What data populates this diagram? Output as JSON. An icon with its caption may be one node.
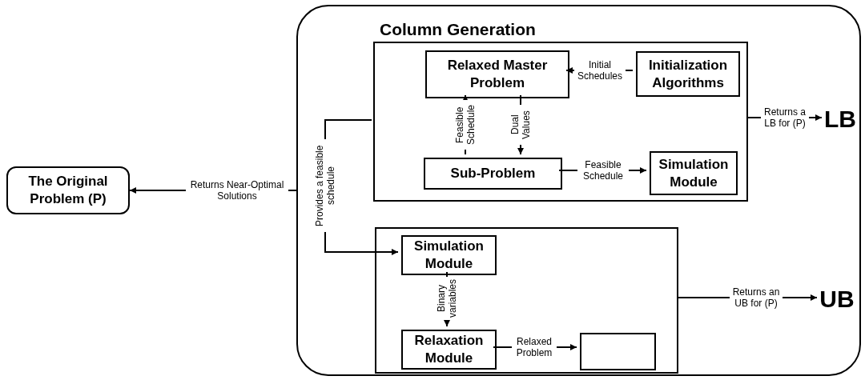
{
  "diagram": {
    "nodes": [
      {
        "text": [],
        "shape": "box"
      },
      {
        "text": [
          "Column Generation"
        ],
        "in": 0
      },
      {
        "text": [
          "Relaxed Master Problem"
        ],
        "in": 1
      },
      {
        "text": [
          "Initialization Algorithms"
        ],
        "in": 1
      },
      {
        "text": [
          "Sub-Problem"
        ],
        "in": 1
      },
      {
        "text": [
          "Simulation Module"
        ],
        "in": 1
      },
      {
        "text": [],
        "shape": "box",
        "in": 0
      },
      {
        "text": [
          "Simulation Module"
        ],
        "in": 6
      },
      {
        "text": [
          "Relaxation Module"
        ],
        "in": 6
      },
      {
        "text": [],
        "shape": "box",
        "in": 6
      },
      {
        "text": [
          "The Original Problem (P)"
        ]
      },
      {
        "text": [
          "LB"
        ],
        "in": 0
      },
      {
        "text": [
          "UB"
        ],
        "in": 0
      }
    ],
    "edges": [
      {
        "from": 3,
        "to": 2,
        "arrow": "to",
        "label": "Initial Schedules"
      },
      {
        "from": 4,
        "to": 2,
        "arrow": "to",
        "label": "Feasible Schedule"
      },
      {
        "from": 2,
        "to": 4,
        "arrow": "to",
        "label": "Dual Values"
      },
      {
        "from": 4,
        "to": 5,
        "arrow": "to",
        "label": "Feasible Schedule"
      },
      {
        "from": 1,
        "to": 7,
        "arrow": "to",
        "label": "Provides a feasible schedule"
      },
      {
        "from": 0,
        "to": 10,
        "arrow": "to",
        "label": "Returns Near-Optimal Solutions"
      },
      {
        "from": 1,
        "to": 11,
        "arrow": "to",
        "label": "Returns a LB for (P)"
      },
      {
        "from": 7,
        "to": 8,
        "arrow": "to",
        "label": "Binary variables"
      },
      {
        "from": 8,
        "to": 9,
        "arrow": "to",
        "label": "Relaxed Problem"
      },
      {
        "from": 6,
        "to": 12,
        "arrow": "to",
        "label": "Returns an UB for (P)"
      }
    ]
  }
}
